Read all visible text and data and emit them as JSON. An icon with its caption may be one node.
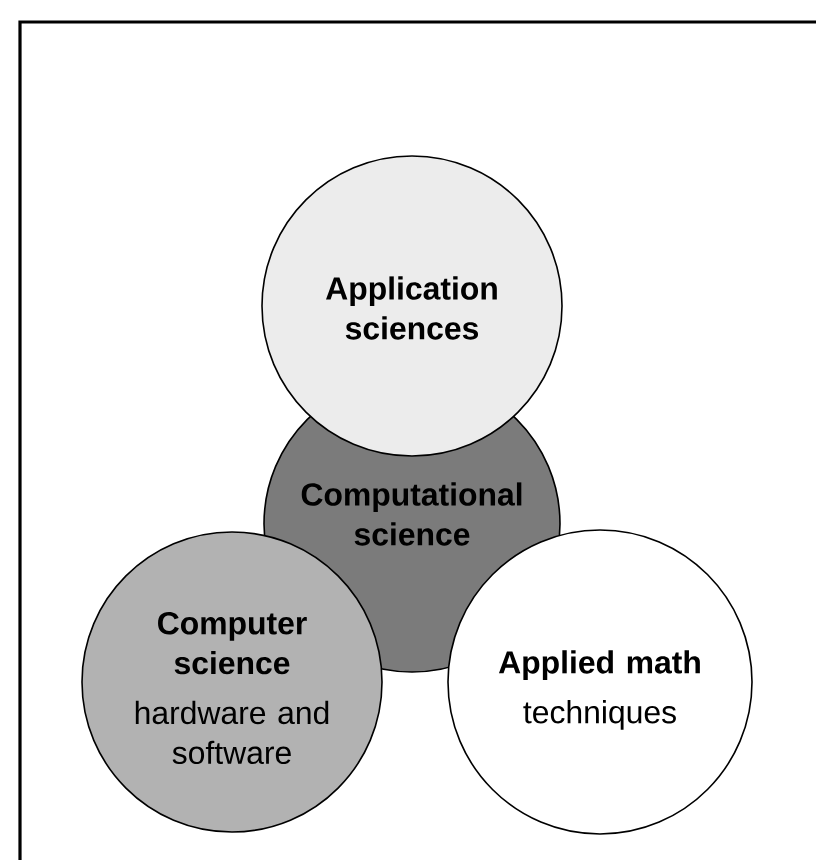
{
  "diagram": {
    "nodes": [
      {
        "text": [
          "Application sciences"
        ]
      },
      {
        "text": [
          "Computational science"
        ]
      },
      {
        "text": [
          "Computer science",
          "hardware and software"
        ]
      },
      {
        "text": [
          "Applied math",
          "techniques"
        ]
      }
    ]
  }
}
